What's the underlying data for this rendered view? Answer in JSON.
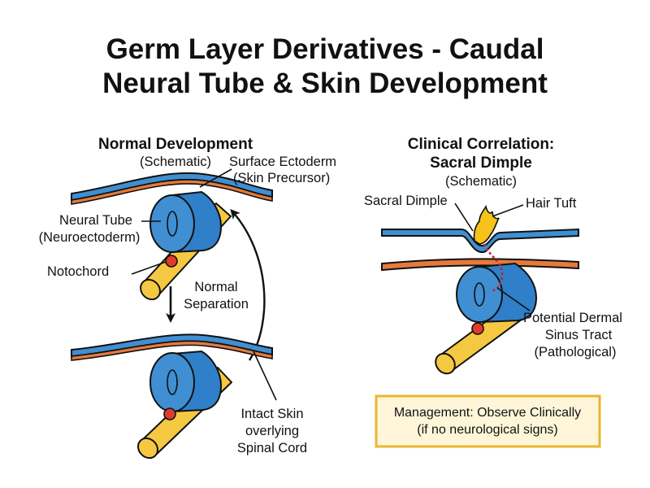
{
  "title": {
    "line1": "Germ Layer Derivatives - Caudal",
    "line2": "Neural Tube & Skin Development"
  },
  "normal": {
    "heading": "Normal Development",
    "subheading": "(Schematic)",
    "surface_ectoderm": [
      "Surface Ectoderm",
      "(Skin Precursor)"
    ],
    "neural_tube": [
      "Neural Tube",
      "(Neuroectoderm)"
    ],
    "notochord": "Notochord",
    "separation": [
      "Normal",
      "Separation"
    ],
    "intact_skin": [
      "Intact Skin",
      "overlying",
      "Spinal Cord"
    ]
  },
  "clinical": {
    "heading": [
      "Clinical Correlation:",
      "Sacral Dimple"
    ],
    "subheading": "(Schematic)",
    "sacral_dimple": "Sacral Dimple",
    "hair_tuft": "Hair Tuft",
    "sinus_tract": [
      "Potential Dermal",
      "Sinus Tract",
      "(Pathological)"
    ]
  },
  "management": [
    "Management: Observe Clinically",
    "(if no neurological signs)"
  ],
  "colors": {
    "skin_blue": "#3f8fd2",
    "ectoderm_orange": "#e57a3c",
    "neural_blue": "#2f7fc9",
    "notochord_yellow": "#f5c842",
    "core_red": "#e23b2a",
    "hair_yellow": "#f6c21b",
    "tract_red": "#c0262c",
    "box_fill": "#fff6d9",
    "box_border": "#e8b731"
  }
}
